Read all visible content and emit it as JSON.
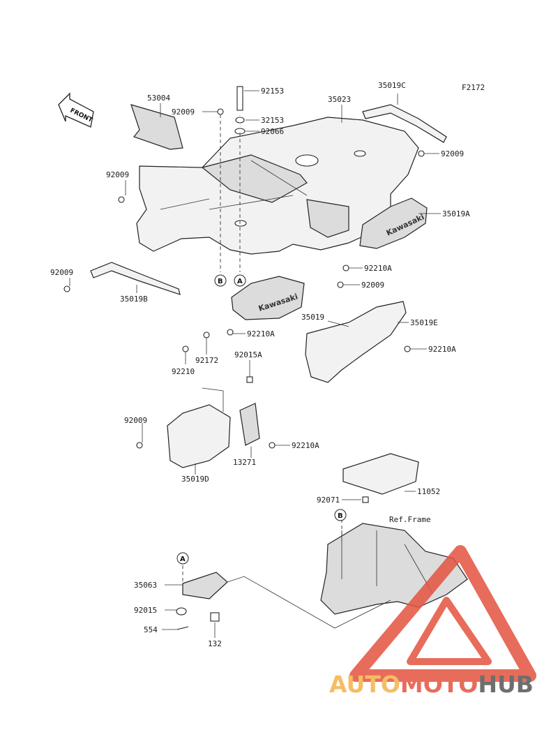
{
  "figure_code": "F2172",
  "direction_label": "FRONT",
  "ref_frame_label": "Ref.Frame",
  "decal_text": "Kawasaki",
  "ref_markers": {
    "a": "A",
    "b": "B"
  },
  "parts": {
    "p53004": "53004",
    "p92009_top": "92009",
    "p92153": "92153",
    "p32153": "32153",
    "p92066": "92066",
    "p35023": "35023",
    "p35019C": "35019C",
    "p92009_right": "92009",
    "p92009_left": "92009",
    "p35019A": "35019A",
    "p92210A_right": "92210A",
    "p92009_mid": "92009",
    "p92009_fl": "92009",
    "p35019B": "35019B",
    "p92210A_center": "92210A",
    "p35019": "35019",
    "p35019E": "35019E",
    "p92210A_e": "92210A",
    "p92172": "92172",
    "p92210": "92210",
    "p92015A": "92015A",
    "p92009_d": "92009",
    "p92210A_d": "92210A",
    "p13271": "13271",
    "p35019D": "35019D",
    "p92071": "92071",
    "p11052": "11052",
    "p35063": "35063",
    "p92015": "92015",
    "p554": "554",
    "p132": "132"
  },
  "watermark": {
    "word_a": "AUTO",
    "word_b": "MOTO",
    "word_c": "HUB",
    "color_a": "#f4b24a",
    "color_b": "#e5533f",
    "color_c": "#555555",
    "triangle_color": "#e5533f"
  }
}
